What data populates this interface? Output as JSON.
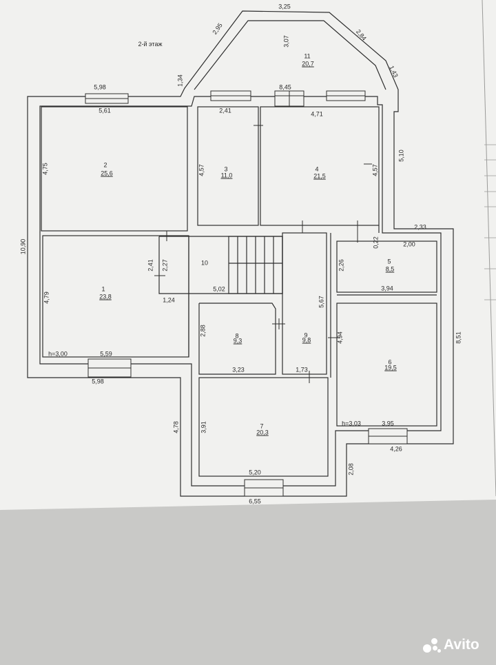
{
  "floor_label": "2-й этаж",
  "rooms": [
    {
      "no": "1",
      "area": "23,8"
    },
    {
      "no": "2",
      "area": "25,6"
    },
    {
      "no": "3",
      "area": "11,0"
    },
    {
      "no": "4",
      "area": "21,5"
    },
    {
      "no": "5",
      "area": "8,5"
    },
    {
      "no": "6",
      "area": "19,5"
    },
    {
      "no": "7",
      "area": "20,3"
    },
    {
      "no": "8",
      "area": "9,3"
    },
    {
      "no": "9",
      "area": "9,8"
    },
    {
      "no": "10",
      "area": ""
    },
    {
      "no": "11",
      "area": "20,7"
    }
  ],
  "dimensions": [
    "3,25",
    "2,95",
    "2,84",
    "3,07",
    "1,34",
    "1,43",
    "5,98",
    "8,45",
    "5,61",
    "2,41",
    "4,71",
    "5,10",
    "4,75",
    "4,57",
    "4,57",
    "2,33",
    "0,22",
    "2,00",
    "10,90",
    "2,41",
    "2,27",
    "2,26",
    "4,79",
    "5,02",
    "3,94",
    "1,24",
    "5,67",
    "2,88",
    "4,94",
    "8,51",
    "h=3,00",
    "5,59",
    "3,23",
    "1,73",
    "5,98",
    "4,78",
    "3,91",
    "h=3,03",
    "3,95",
    "4,26",
    "2,08",
    "5,20",
    "6,55"
  ],
  "watermark": "Avito",
  "colors": {
    "background": "#c9c9c7",
    "paper": "#f1f1ef",
    "line": "#2e2e2e"
  }
}
